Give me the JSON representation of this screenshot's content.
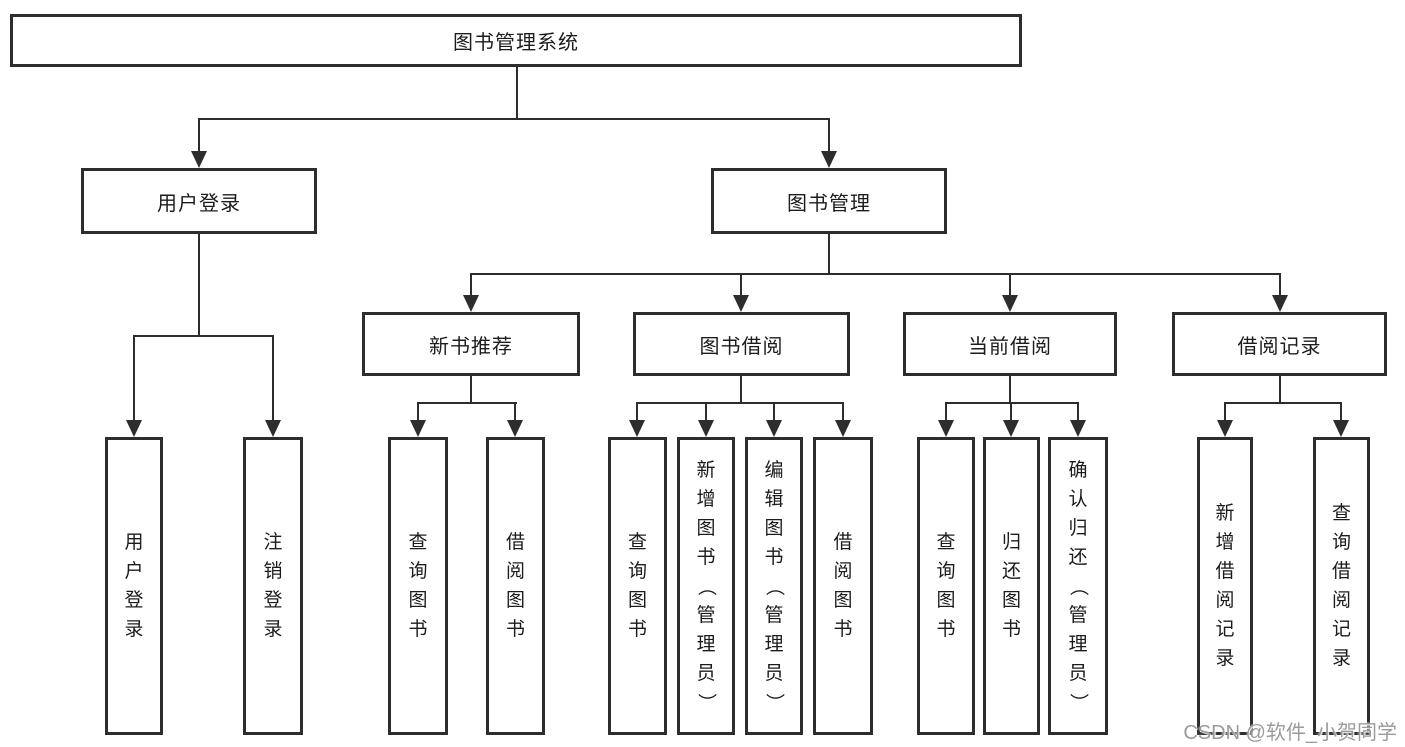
{
  "diagram": {
    "root": "图书管理系统",
    "level2": {
      "user_login": "用户登录",
      "book_mgmt": "图书管理"
    },
    "level3": {
      "new_books": "新书推荐",
      "borrowing": "图书借阅",
      "current": "当前借阅",
      "records": "借阅记录"
    },
    "leaves": {
      "user_login": [
        "用户登录",
        "注销登录"
      ],
      "new_books": [
        "查询图书",
        "借阅图书"
      ],
      "borrowing": [
        "查询图书",
        "新增图书（管理员）",
        "编辑图书（管理员）",
        "借阅图书"
      ],
      "current": [
        "查询图书",
        "归还图书",
        "确认归还（管理员）"
      ],
      "records": [
        "新增借阅记录",
        "查询借阅记录"
      ]
    }
  },
  "colors": {
    "line": "#2d2d2d",
    "box_border": "#2d2d2d",
    "text": "#1c1c1c",
    "watermark": "#9b9b9b",
    "background": "#ffffff"
  },
  "watermark": "CSDN @软件_小贺同学"
}
